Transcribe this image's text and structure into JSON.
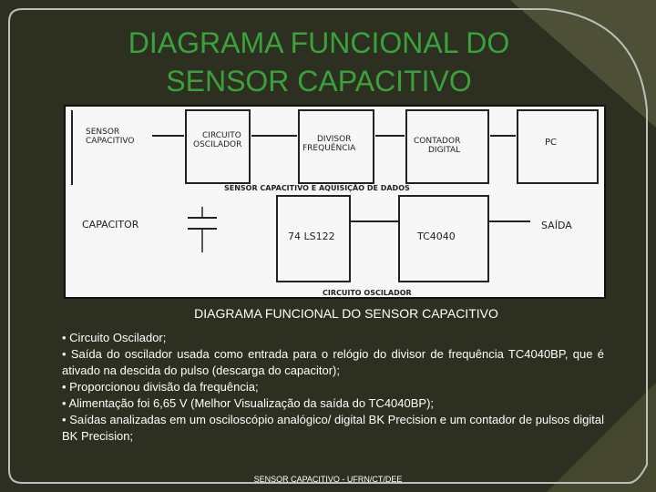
{
  "title": "DIAGRAMA FUNCIONAL DO SENSOR CAPACITIVO",
  "diagram": {
    "top_labels": {
      "sensor": [
        "SENSOR",
        "CAPACITIVO"
      ],
      "oscillator": [
        "CIRCUITO",
        "OSCILADOR"
      ],
      "divider": [
        "DIVISOR",
        "FREQUÊNCIA"
      ],
      "counter": [
        "CONTADOR",
        "DIGITAL"
      ],
      "pc": "PC"
    },
    "top_caption": "SENSOR CAPACITIVO E AQUISIÇÃO DE DADOS",
    "bottom_labels": {
      "capacitor": "CAPACITOR",
      "chip1": "74 LS122",
      "chip2": "TC4040",
      "output": "SAÍDA"
    },
    "bottom_caption": "CIRCUITO OSCILADOR"
  },
  "caption": "DIAGRAMA FUNCIONAL DO SENSOR CAPACITIVO",
  "bullets": [
    "• Circuito Oscilador;",
    "• Saída do oscilador usada como entrada para o relógio do divisor de frequência TC4040BP, que é ativado na descida do pulso (descarga do capacitor);",
    "• Proporcionou divisão da frequência;",
    "• Alimentação foi 6,65 V (Melhor Visualização da saída do TC4040BP);",
    "• Saídas analizadas em um osciloscópio analógico/ digital BK Precision e um contador de pulsos digital BK Precision;"
  ],
  "footer": "SENSOR CAPACITIVO - UFRN/CT/DEE",
  "colors": {
    "title": "#3aa23a",
    "background": "#2d2f21",
    "text": "#ffffff"
  }
}
